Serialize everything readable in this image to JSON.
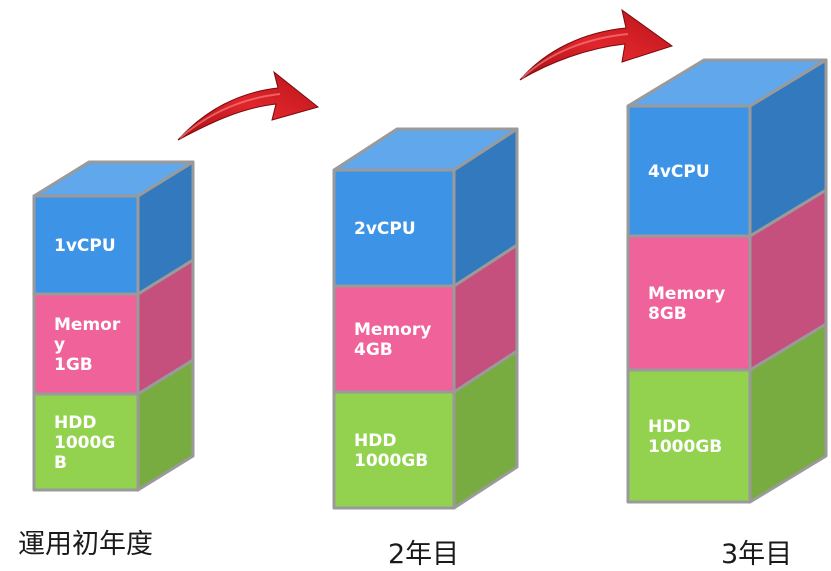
{
  "colors": {
    "cpu": "#3d94e6",
    "memory": "#f0629a",
    "hdd": "#93d24e",
    "arrow": "#c8141a",
    "border": "#9a9a9a"
  },
  "stages": [
    {
      "caption": "運用初年度",
      "blocks": [
        {
          "kind": "cpu",
          "lines": [
            "1vCPU"
          ]
        },
        {
          "kind": "memory",
          "lines": [
            "Memor",
            "y",
            "1GB"
          ]
        },
        {
          "kind": "hdd",
          "lines": [
            "HDD",
            "1000G",
            "B"
          ]
        }
      ]
    },
    {
      "caption": "2年目",
      "blocks": [
        {
          "kind": "cpu",
          "lines": [
            "2vCPU"
          ]
        },
        {
          "kind": "memory",
          "lines": [
            "Memory",
            "4GB"
          ]
        },
        {
          "kind": "hdd",
          "lines": [
            "HDD",
            "1000GB"
          ]
        }
      ]
    },
    {
      "caption": "3年目",
      "blocks": [
        {
          "kind": "cpu",
          "lines": [
            "4vCPU"
          ]
        },
        {
          "kind": "memory",
          "lines": [
            "Memory",
            "8GB"
          ]
        },
        {
          "kind": "hdd",
          "lines": [
            "HDD",
            "1000GB"
          ]
        }
      ]
    }
  ],
  "arrows": [
    {
      "icon": "curved-arrow-icon"
    },
    {
      "icon": "curved-arrow-icon"
    }
  ]
}
